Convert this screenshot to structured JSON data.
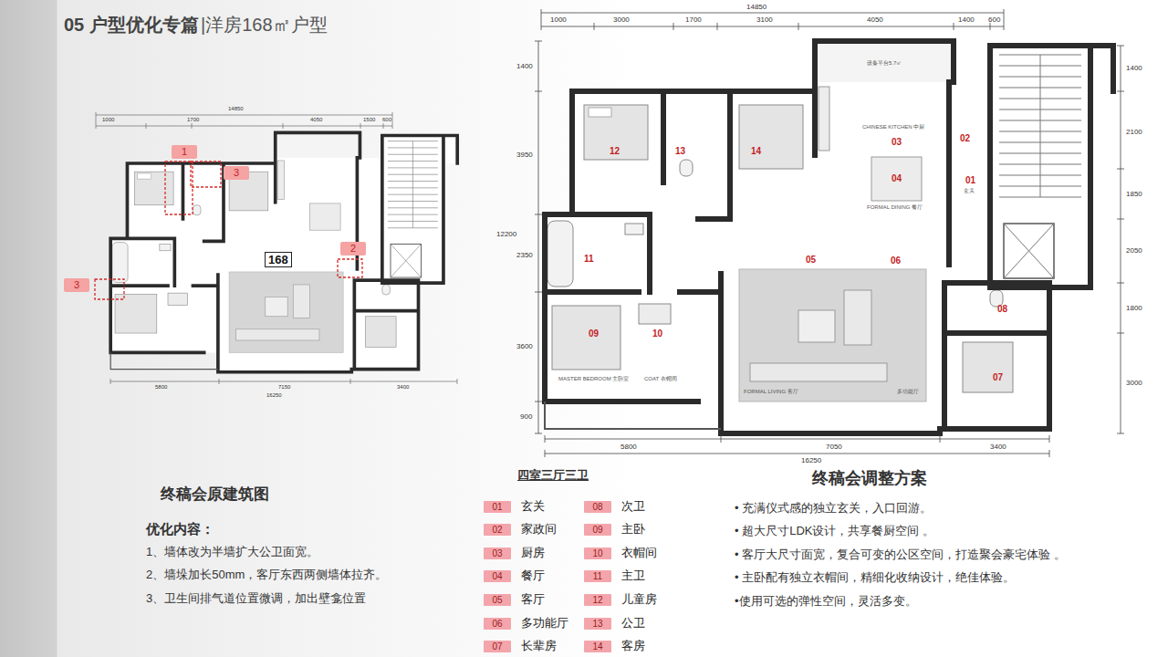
{
  "diagram": {
    "title": "05 户型优化专篇",
    "nodes": [
      {
        "text": [
          "1"
        ]
      },
      {
        "text": [
          "3"
        ]
      },
      {
        "text": [
          "2"
        ]
      },
      {
        "text": [
          "3"
        ]
      },
      {
        "text": [
          "168"
        ]
      },
      {
        "text": [
          "01",
          "玄关"
        ]
      },
      {
        "text": [
          "02",
          "家政间"
        ]
      },
      {
        "text": [
          "03",
          "厨房"
        ]
      },
      {
        "text": [
          "04",
          "餐厅"
        ]
      },
      {
        "text": [
          "05",
          "客厅"
        ]
      },
      {
        "text": [
          "06",
          "多功能厅"
        ]
      },
      {
        "text": [
          "07",
          "长辈房"
        ]
      },
      {
        "text": [
          "08",
          "次卫"
        ]
      },
      {
        "text": [
          "09",
          "主卧"
        ]
      },
      {
        "text": [
          "10",
          "衣帽间"
        ]
      },
      {
        "text": [
          "11",
          "主卫"
        ]
      },
      {
        "text": [
          "12",
          "儿童房"
        ]
      },
      {
        "text": [
          "13",
          "公卫"
        ]
      },
      {
        "text": [
          "14",
          "客房"
        ]
      }
    ],
    "labels": [
      "|洋房168㎡户型",
      "14850",
      "1000",
      "3000",
      "1700",
      "3100",
      "4050",
      "1400",
      "600",
      "1400",
      "3950",
      "2350",
      "12200",
      "3600",
      "900",
      "1400",
      "2100",
      "1850",
      "2050",
      "1800",
      "3000",
      "5800",
      "7050",
      "3400",
      "16250",
      "12",
      "13",
      "14",
      "03",
      "04",
      "02",
      "01",
      "11",
      "05",
      "06",
      "08",
      "09",
      "10",
      "07",
      "设备平台5.7㎡",
      "CHINESE KITCHEN 中厨",
      "FORMAL DINING 餐厅",
      "玄关",
      "MASTER BEDROOM 主卧室",
      "COAT 衣帽间",
      "FORMAL LIVING 客厅",
      "多功能厅",
      "14850",
      "1000",
      "1700",
      "4050",
      "1500",
      "600",
      "5800",
      "7150",
      "3400",
      "16250",
      "终稿会原建筑图",
      "优化内容：",
      "1、墙体改为半墙扩大公卫面宽。",
      "2、墙垛加长50mm，客厅东西两侧墙体拉齐。",
      "3、卫生间排气道位置微调，加出壁龛位置",
      "四室三厅三卫",
      "终稿会调整方案",
      "• 充满仪式感的独立玄关，入口回游。",
      "• 超大尺寸LDK设计，共享餐厨空间 。",
      "• 客厅大尺寸面宽，复合可变的公区空间，打造聚会豪宅体验 。",
      "• 主卧配有独立衣帽间，精细化收纳设计，绝佳体验。",
      "•使用可选的弹性空间，灵活多变。"
    ]
  }
}
